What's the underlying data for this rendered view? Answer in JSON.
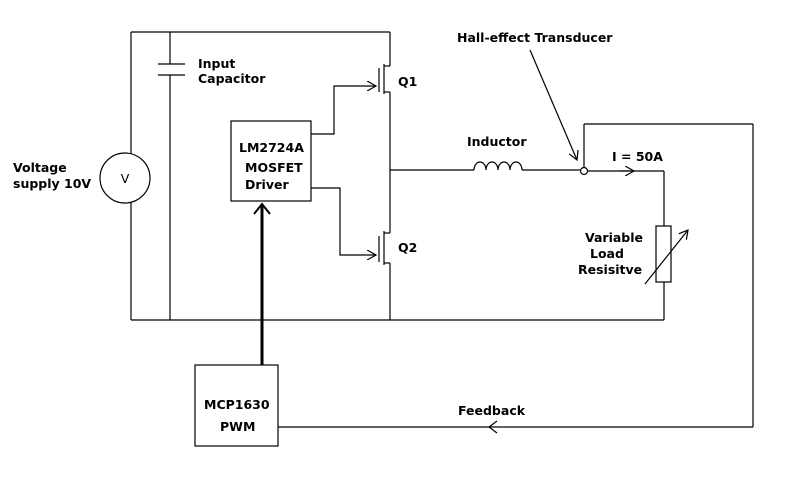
{
  "labels": {
    "voltage_supply_line1": "Voltage",
    "voltage_supply_line2": "supply 10V",
    "voltmeter_symbol": "V",
    "input_capacitor_line1": "Input",
    "input_capacitor_line2": "Capacitor",
    "driver_line1": "LM2724A",
    "driver_line2": "MOSFET",
    "driver_line3": "Driver",
    "q1": "Q1",
    "q2": "Q2",
    "inductor": "Inductor",
    "hall_effect": "Hall-effect Transducer",
    "current": "I = 50A",
    "variable_load_line1": "Variable",
    "variable_load_line2": "Load",
    "variable_load_line3": "Resisitve",
    "pwm_line1": "MCP1630",
    "pwm_line2": "PWM",
    "feedback": "Feedback"
  }
}
